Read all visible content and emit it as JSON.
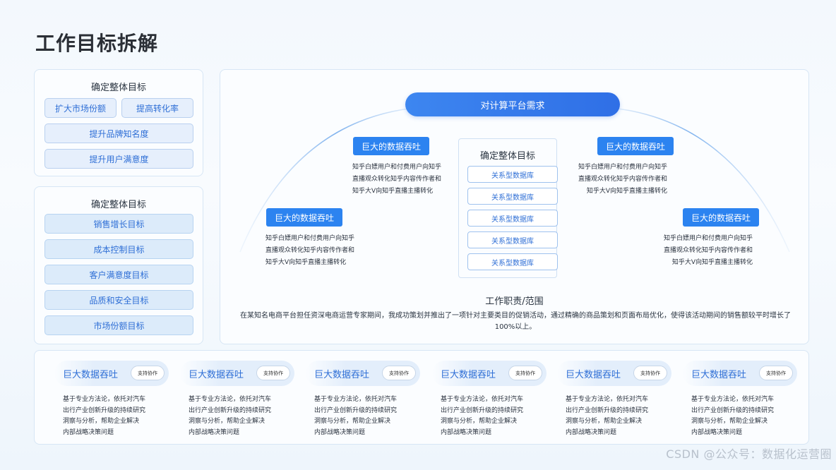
{
  "title": "工作目标拆解",
  "panel_a": {
    "heading": "确定整体目标",
    "items": [
      "扩大市场份额",
      "提高转化率",
      "提升品牌知名度",
      "提升用户满意度"
    ]
  },
  "panel_b": {
    "heading": "确定整体目标",
    "items": [
      "销售增长目标",
      "成本控制目标",
      "客户满意度目标",
      "品质和安全目标",
      "市场份额目标"
    ]
  },
  "center": {
    "demand": "对计算平台需求",
    "tags": [
      {
        "label": "巨大的数据吞吐",
        "text": "知乎白嫖用户和付费用户向知乎\n直播观众转化知乎内容传作者和\n知乎大V向知乎直播主播转化"
      },
      {
        "label": "巨大的数据吞吐",
        "text": "知乎白嫖用户和付费用户向知乎\n直播观众转化知乎内容传作者和\n知乎大V向知乎直播主播转化"
      },
      {
        "label": "巨大的数据吞吐",
        "text": "知乎白嫖用户和付费用户向知乎\n直播观众转化知乎内容传作者和\n知乎大V向知乎直播主播转化"
      },
      {
        "label": "巨大的数据吞吐",
        "text": "知乎白嫖用户和付费用户向知乎\n直播观众转化知乎内容传作者和\n知乎大V向知乎直播主播转化"
      }
    ],
    "goal_box": {
      "title": "确定整体目标",
      "items": [
        "关系型数据库",
        "关系型数据库",
        "关系型数据库",
        "关系型数据库",
        "关系型数据库"
      ]
    },
    "scope_title": "工作职责/范围",
    "scope_text": "在某知名电商平台担任资深电商运营专家期间，我成功策划并推出了一项针对主要类目的促销活动，通过精确的商品策划和页面布局优化，使得该活动期间的销售额较平时增长了100%以上。"
  },
  "cards": [
    {
      "title": "巨大数据吞吐",
      "badge": "支持协作",
      "desc": "基于专业方法论，依托对汽车\n出行产业创新升级的持续研究\n洞察与分析，帮助企业解决\n内部战略决策问题"
    },
    {
      "title": "巨大数据吞吐",
      "badge": "支持协作",
      "desc": "基于专业方法论，依托对汽车\n出行产业创新升级的持续研究\n洞察与分析，帮助企业解决\n内部战略决策问题"
    },
    {
      "title": "巨大数据吞吐",
      "badge": "支持协作",
      "desc": "基于专业方法论，依托对汽车\n出行产业创新升级的持续研究\n洞察与分析，帮助企业解决\n内部战略决策问题"
    },
    {
      "title": "巨大数据吞吐",
      "badge": "支持协作",
      "desc": "基于专业方法论，依托对汽车\n出行产业创新升级的持续研究\n洞察与分析，帮助企业解决\n内部战略决策问题"
    },
    {
      "title": "巨大数据吞吐",
      "badge": "支持协作",
      "desc": "基于专业方法论，依托对汽车\n出行产业创新升级的持续研究\n洞察与分析，帮助企业解决\n内部战略决策问题"
    },
    {
      "title": "巨大数据吞吐",
      "badge": "支持协作",
      "desc": "基于专业方法论，依托对汽车\n出行产业创新升级的持续研究\n洞察与分析，帮助企业解决\n内部战略决策问题"
    }
  ],
  "watermark": "CSDN @公众号：数据化运营圈"
}
